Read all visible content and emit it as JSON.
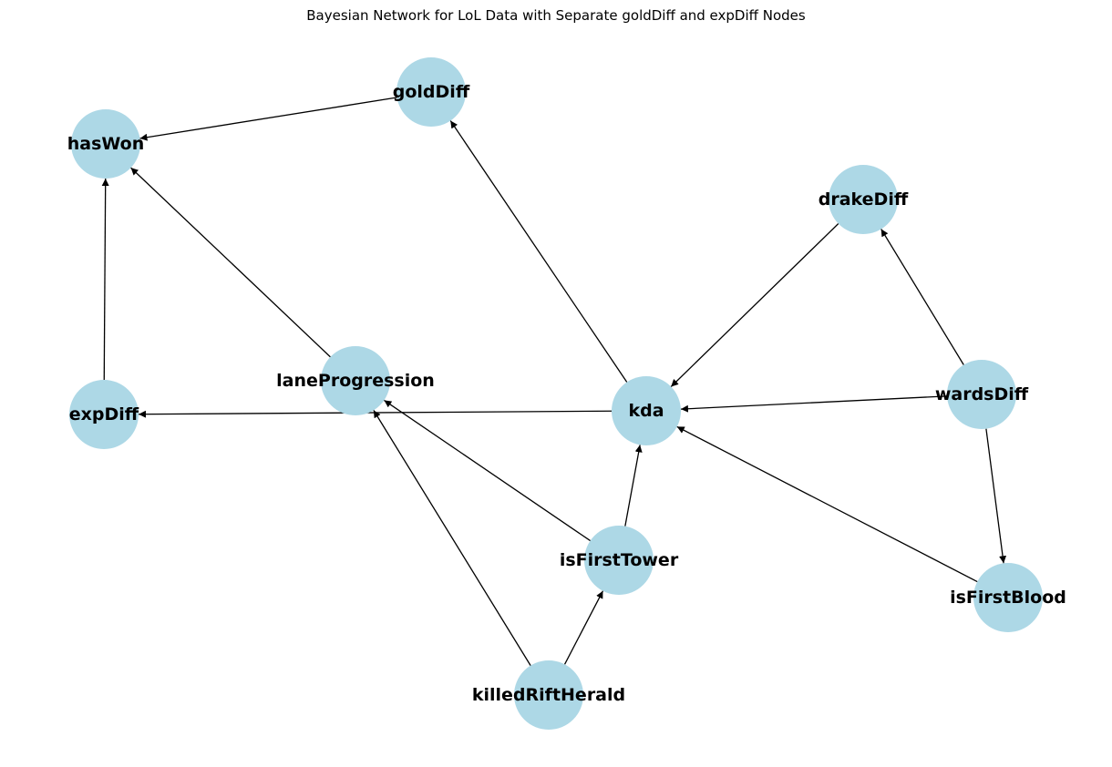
{
  "title": "Bayesian Network for LoL Data with Separate goldDiff and expDiff Nodes",
  "node_color": "#add8e6",
  "edge_color": "#000000",
  "nodes": [
    {
      "id": "goldDiff",
      "label": "goldDiff"
    },
    {
      "id": "hasWon",
      "label": "hasWon"
    },
    {
      "id": "drakeDiff",
      "label": "drakeDiff"
    },
    {
      "id": "laneProgression",
      "label": "laneProgression"
    },
    {
      "id": "kda",
      "label": "kda"
    },
    {
      "id": "wardsDiff",
      "label": "wardsDiff"
    },
    {
      "id": "expDiff",
      "label": "expDiff"
    },
    {
      "id": "isFirstTower",
      "label": "isFirstTower"
    },
    {
      "id": "isFirstBlood",
      "label": "isFirstBlood"
    },
    {
      "id": "killedRiftHerald",
      "label": "killedRiftHerald"
    }
  ],
  "edges": [
    {
      "from": "goldDiff",
      "to": "hasWon"
    },
    {
      "from": "expDiff",
      "to": "hasWon"
    },
    {
      "from": "laneProgression",
      "to": "hasWon"
    },
    {
      "from": "kda",
      "to": "goldDiff"
    },
    {
      "from": "kda",
      "to": "expDiff"
    },
    {
      "from": "drakeDiff",
      "to": "kda"
    },
    {
      "from": "wardsDiff",
      "to": "drakeDiff"
    },
    {
      "from": "wardsDiff",
      "to": "kda"
    },
    {
      "from": "wardsDiff",
      "to": "isFirstBlood"
    },
    {
      "from": "isFirstBlood",
      "to": "kda"
    },
    {
      "from": "isFirstTower",
      "to": "kda"
    },
    {
      "from": "isFirstTower",
      "to": "laneProgression"
    },
    {
      "from": "killedRiftHerald",
      "to": "isFirstTower"
    },
    {
      "from": "killedRiftHerald",
      "to": "laneProgression"
    }
  ]
}
